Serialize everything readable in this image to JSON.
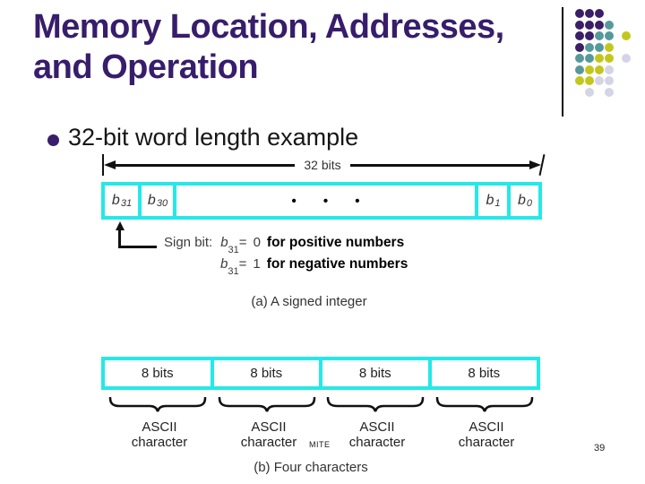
{
  "slide": {
    "title_line1": "Memory Location, Addresses,",
    "title_line2": "and Operation",
    "bullet_text": "32-bit word length example",
    "page_number": "39"
  },
  "colors": {
    "accent_cyan": "#25e8e8",
    "title_purple": "#371d6b"
  },
  "decoration": {
    "dot_colors": {
      "purple": "#3a1e66",
      "teal": "#57999a",
      "yellow": "#c3c71d",
      "lavender": "#d4d4e6"
    },
    "dot_grid": [
      [
        "purple",
        "purple",
        "purple",
        "",
        ""
      ],
      [
        "purple",
        "purple",
        "purple",
        "teal",
        ""
      ],
      [
        "purple",
        "purple",
        "teal",
        "teal",
        "yellow"
      ],
      [
        "purple",
        "teal",
        "teal",
        "yellow",
        ""
      ],
      [
        "teal",
        "teal",
        "yellow",
        "yellow",
        "lavender"
      ],
      [
        "teal",
        "yellow",
        "yellow",
        "lavender",
        ""
      ],
      [
        "yellow",
        "yellow",
        "lavender",
        "lavender",
        ""
      ],
      [
        "",
        "lavender",
        "",
        "lavender",
        ""
      ]
    ]
  },
  "diagram_a": {
    "width_label": "32 bits",
    "cells": [
      {
        "base": "b",
        "sub": "31"
      },
      {
        "base": "b",
        "sub": "30"
      },
      {
        "base": "b",
        "sub": "1"
      },
      {
        "base": "b",
        "sub": "0"
      }
    ],
    "ellipsis": "• • •",
    "sign_bit": {
      "label": "Sign bit:",
      "bit_base": "b",
      "bit_sub": "31",
      "equals": "=",
      "positive_value": "0",
      "positive_text": "for positive numbers",
      "negative_value": "1",
      "negative_text": "for negative numbers"
    },
    "caption": "(a) A signed integer"
  },
  "diagram_b": {
    "cells": [
      {
        "bits": "8 bits",
        "char_line1": "ASCII",
        "char_line2": "character"
      },
      {
        "bits": "8 bits",
        "char_line1": "ASCII",
        "char_line2": "character"
      },
      {
        "bits": "8 bits",
        "char_line1": "ASCII",
        "char_line2": "character"
      },
      {
        "bits": "8 bits",
        "char_line1": "ASCII",
        "char_line2": "character"
      }
    ],
    "watermark": "MITE",
    "caption": "(b) Four characters"
  }
}
